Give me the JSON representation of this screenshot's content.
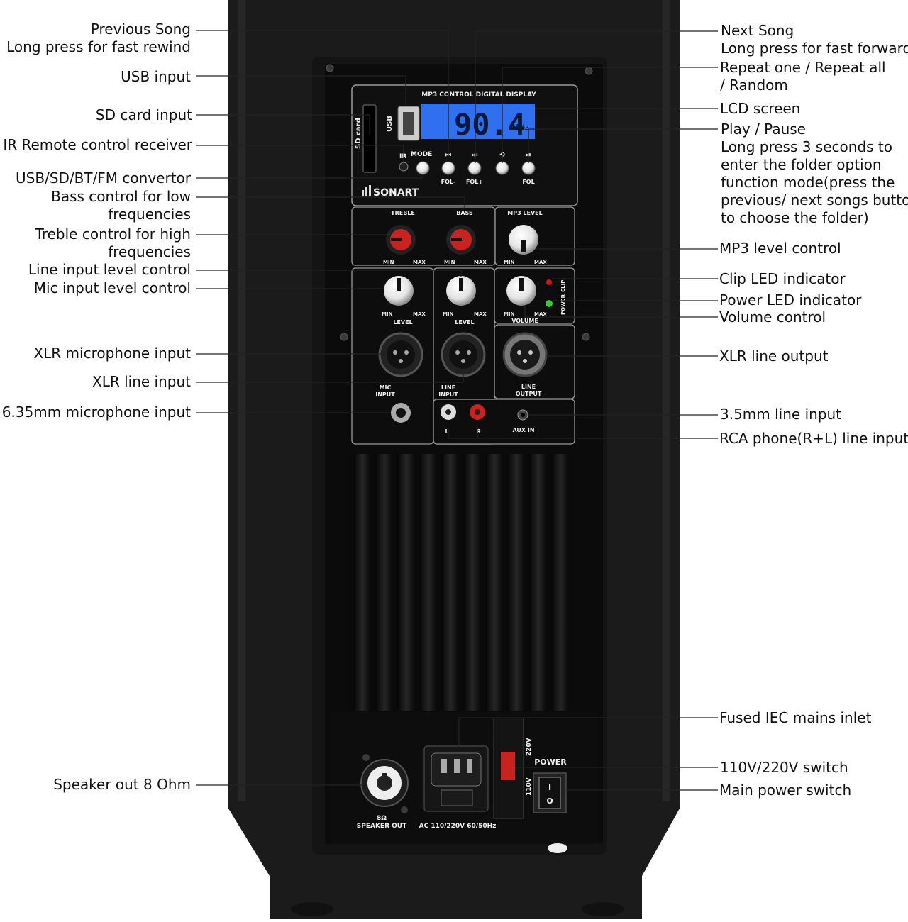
{
  "labels_left": {
    "previous_song": [
      "Previous Song",
      "Long press for fast rewind"
    ],
    "usb_input": [
      "USB input"
    ],
    "sd_card_input": [
      "SD card input"
    ],
    "ir_receiver": [
      "IR Remote control receiver"
    ],
    "convertor": [
      "USB/SD/BT/FM convertor"
    ],
    "bass_control": [
      "Bass control for low",
      "frequencies"
    ],
    "treble_control": [
      "Treble control for high",
      "frequencies"
    ],
    "line_level": [
      "Line input level control"
    ],
    "mic_level": [
      "Mic input level control"
    ],
    "xlr_mic": [
      "XLR microphone input"
    ],
    "xlr_line": [
      "XLR line input"
    ],
    "mic_635": [
      "6.35mm microphone input"
    ],
    "speaker_out": [
      "Speaker out 8 Ohm"
    ]
  },
  "labels_right": {
    "next_song": [
      "Next Song",
      "Long press for fast forward"
    ],
    "repeat": [
      "Repeat one / Repeat all",
      "/ Random"
    ],
    "lcd": [
      "LCD screen"
    ],
    "play_pause": [
      "Play / Pause",
      "Long press 3 seconds to",
      "enter the folder option",
      "function mode(press the",
      "previous/ next songs buttor",
      "to choose the folder)"
    ],
    "mp3_level": [
      "MP3 level control"
    ],
    "clip_led": [
      "Clip LED indicator"
    ],
    "power_led": [
      "Power LED indicator"
    ],
    "volume": [
      "Volume control"
    ],
    "xlr_line_out": [
      "XLR line output"
    ],
    "aux_35": [
      "3.5mm line input"
    ],
    "rca": [
      "RCA phone(R+L) line input"
    ],
    "iec": [
      "Fused IEC mains inlet"
    ],
    "voltage_switch": [
      "110V/220V switch"
    ],
    "main_power": [
      "Main power switch"
    ]
  },
  "panel": {
    "mp3_title": "MP3 CONTROL DIGITAL DISPLAY",
    "lcd_text": "90.4",
    "lcd_unit": "MHz",
    "sd_card": "SD card",
    "usb": "USB",
    "ir": "IR",
    "mode": "MODE",
    "fol_minus": "FOL-",
    "fol_plus": "FOL+",
    "fol": "FOL",
    "brand": "SONART",
    "treble": "TREBLE",
    "bass": "BASS",
    "mp3_level": "MP3 LEVEL",
    "min": "MIN",
    "max": "MAX",
    "level": "LEVEL",
    "volume": "VOLUME",
    "clip": "CLIP",
    "power_led": "POWER",
    "mic_input": [
      "MIC",
      "INPUT"
    ],
    "line_input": [
      "LINE",
      "INPUT"
    ],
    "line_output": [
      "LINE",
      "OUTPUT"
    ],
    "aux_in": "AUX IN",
    "l": "L",
    "r": "R",
    "speaker_ohm": "8Ω",
    "speaker_out": "SPEAKER OUT",
    "ac_rating": "AC 110/220V 60/50Hz",
    "v220": "220V",
    "v110": "110V",
    "power": "POWER",
    "sw_on": "I",
    "sw_off": "O"
  },
  "colors": {
    "cabinet": "#1b1b1b",
    "panel": "#0b0b0b",
    "lcd_bg": "#2f6ff0",
    "knob_red": "#c8231e",
    "led_red": "#d11",
    "led_green": "#3c3"
  }
}
